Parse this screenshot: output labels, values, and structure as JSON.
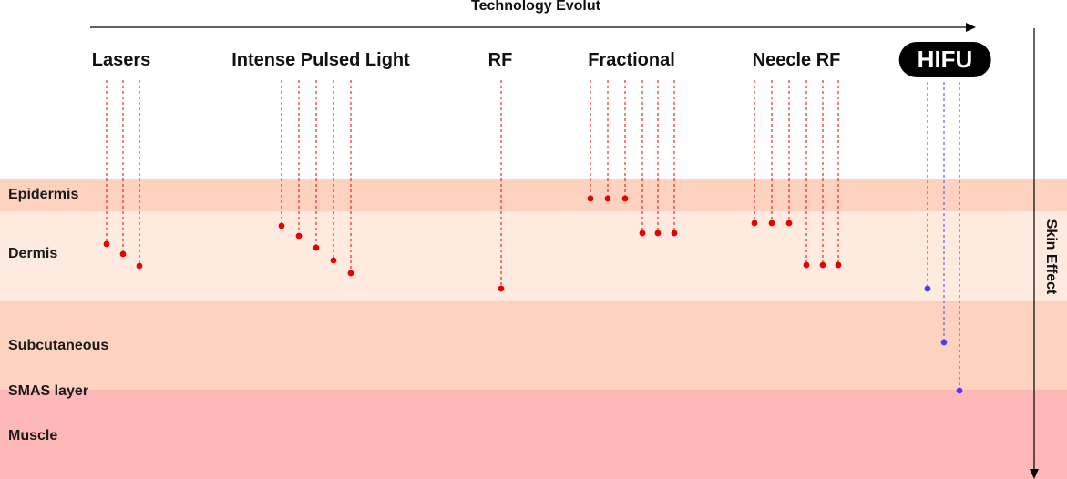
{
  "axes": {
    "horizontal_title": "Technology Evolut",
    "vertical_title": "Skin Effect"
  },
  "layers": [
    {
      "name": "Epidermis",
      "color": "#fdd3bf"
    },
    {
      "name": "Dermis",
      "color": "#ffeae0"
    },
    {
      "name": "Subcutaneous",
      "color": "#fdd3bf"
    },
    {
      "name": "SMAS layer",
      "color": "#ffb8b8"
    },
    {
      "name": "Muscle",
      "color": "#ffb8b8"
    }
  ],
  "technologies": [
    {
      "name": "Lasers",
      "style": "plain"
    },
    {
      "name": "Intense Pulsed Light",
      "style": "plain"
    },
    {
      "name": "RF",
      "style": "plain"
    },
    {
      "name": "Fractional",
      "style": "plain"
    },
    {
      "name": "Neecle RF",
      "style": "plain"
    },
    {
      "name": "HIFU",
      "style": "pill"
    }
  ],
  "colors": {
    "standard_marker": "#e60000",
    "hifu_marker": "#4a3df0",
    "axis": "#000000"
  }
}
